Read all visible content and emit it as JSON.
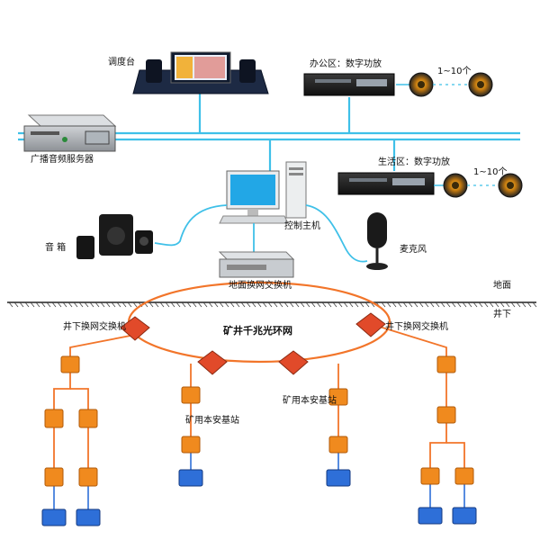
{
  "labels": {
    "console": "调度台",
    "office_amp": "办公区：数字功放",
    "office_count": "1~10个",
    "server": "广播音频服务器",
    "living_amp": "生活区：数字功放",
    "living_count": "1~10个",
    "host": "控制主机",
    "speaker": "音 箱",
    "mic": "麦克风",
    "surface_switch": "地面换网交换机",
    "ground": "地面",
    "underground": "井下",
    "ring": "矿井千兆光环网",
    "left_switch": "井下换网交换机",
    "right_switch": "井下换网交换机",
    "station_left": "矿用本安基站",
    "station_right": "矿用本安基站"
  },
  "colors": {
    "bus": "#3fc0e8",
    "ring": "#f2752a",
    "device_orange": "#f08a1e",
    "terminal_blue": "#2e6fd8",
    "ground_line": "#222222"
  }
}
